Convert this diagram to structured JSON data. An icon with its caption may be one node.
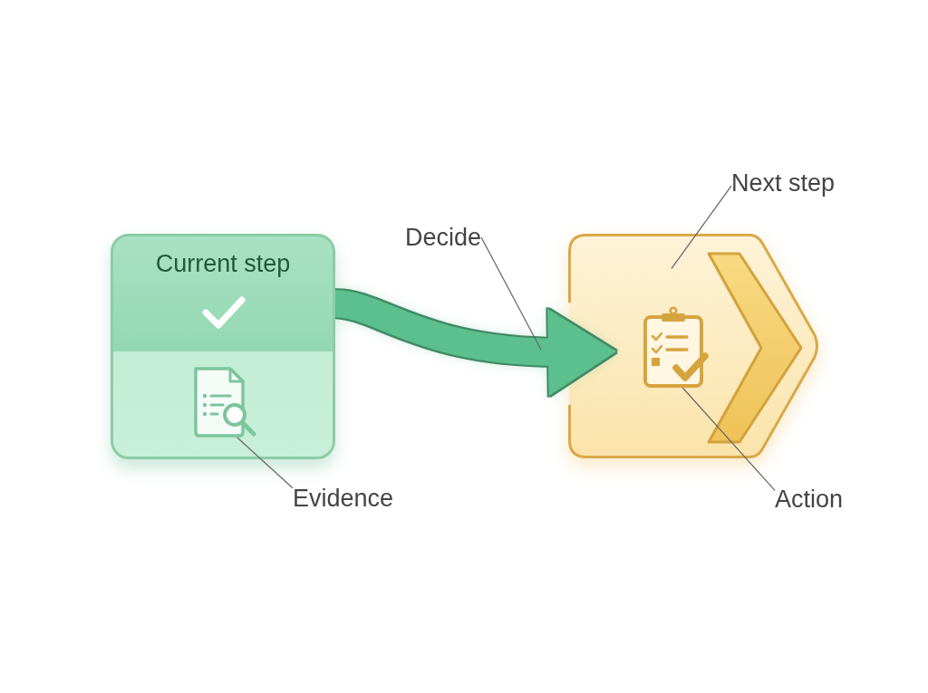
{
  "diagram": {
    "nodes": [
      {
        "text": [
          "Current step"
        ]
      },
      {
        "text": [],
        "shape": "picture",
        "in": 0
      },
      {
        "text": [
          "Evidence"
        ]
      },
      {
        "text": [
          "Decide"
        ]
      },
      {
        "text": [],
        "shape": "box"
      },
      {
        "text": [],
        "shape": "picture",
        "in": 4
      },
      {
        "text": [
          "Next step"
        ]
      },
      {
        "text": [
          "Action"
        ]
      }
    ],
    "edges": [
      {
        "from": 0,
        "to": 4,
        "arrow": "to",
        "style": "thick",
        "color": "#5cbf8e"
      },
      {
        "from": 2,
        "to": 1,
        "arrow": "none"
      },
      {
        "from": 3,
        "to": null,
        "arrow": "none"
      },
      {
        "from": 6,
        "to": 4,
        "arrow": "none"
      },
      {
        "from": 7,
        "to": 5,
        "arrow": "none"
      }
    ]
  }
}
